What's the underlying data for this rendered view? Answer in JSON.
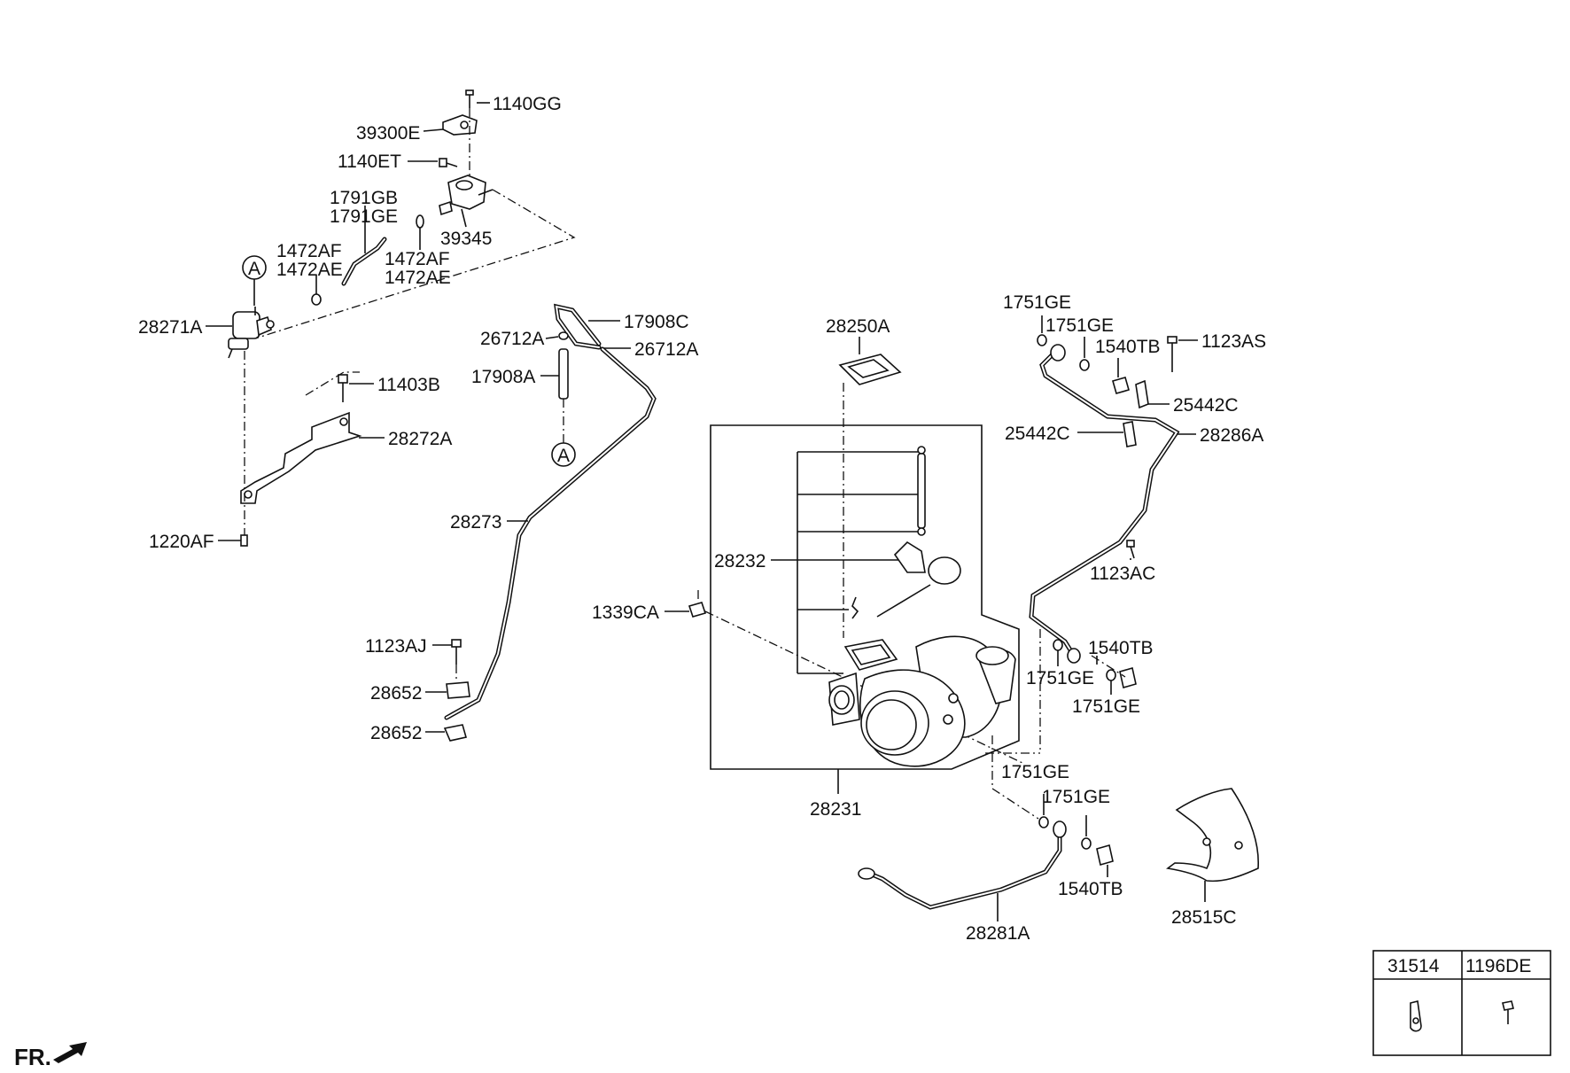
{
  "labels": {
    "p1140GG": "1140GG",
    "p39300E": "39300E",
    "p1140ET": "1140ET",
    "p1791GB": "1791GB",
    "p1791GE": "1791GE",
    "p39345": "39345",
    "p1472AF_a": "1472AF",
    "p1472AE_a": "1472AE",
    "p1472AF_b": "1472AF",
    "p1472AE_b": "1472AE",
    "p28271A": "28271A",
    "p11403B": "11403B",
    "p28272A": "28272A",
    "p1220AF": "1220AF",
    "p26712A_a": "26712A",
    "p17908C": "17908C",
    "p26712A_b": "26712A",
    "p17908A": "17908A",
    "p28273": "28273",
    "p1123AJ": "1123AJ",
    "p28652_a": "28652",
    "p28652_b": "28652",
    "p28250A": "28250A",
    "p28232": "28232",
    "p1339CA": "1339CA",
    "p28231": "28231",
    "p1751GE_1": "1751GE",
    "p1751GE_2": "1751GE",
    "p1540TB_1": "1540TB",
    "p1123AS": "1123AS",
    "p25442C_a": "25442C",
    "p25442C_b": "25442C",
    "p28286A": "28286A",
    "p1123AC": "1123AC",
    "p1540TB_2": "1540TB",
    "p1751GE_3": "1751GE",
    "p1751GE_4": "1751GE",
    "p1751GE_5": "1751GE",
    "p1751GE_6": "1751GE",
    "p1540TB_3": "1540TB",
    "p28281A": "28281A",
    "p28515C": "28515C",
    "ref_a1": "A",
    "ref_a2": "A"
  },
  "legend_table": {
    "col1": "31514",
    "col2": "1196DE"
  },
  "orientation_marker": "FR."
}
